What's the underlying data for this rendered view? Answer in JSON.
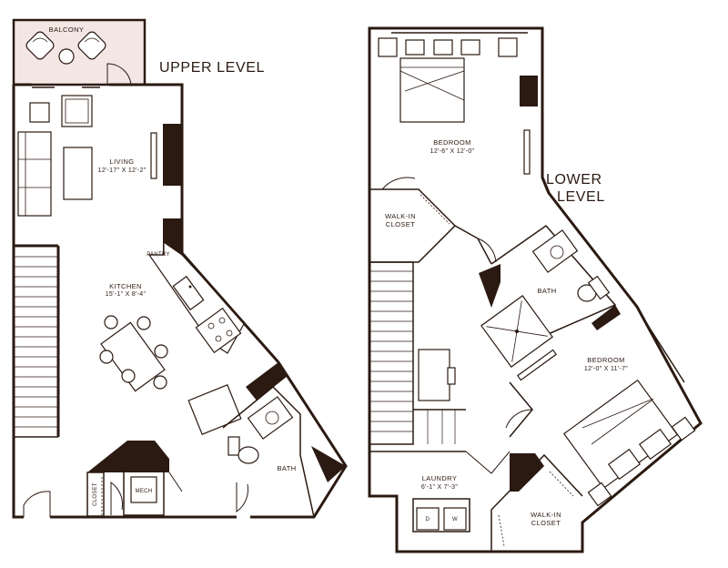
{
  "colors": {
    "wall": "#2b1a12",
    "balcony_fill": "#f3e6e3",
    "background": "#ffffff"
  },
  "upper_level": {
    "title": "UPPER LEVEL",
    "rooms": {
      "balcony": {
        "name": "BALCONY"
      },
      "living": {
        "name": "LIVING",
        "dims": "12'-17\" X 12'-2\""
      },
      "pantry": {
        "name": "PANTRY"
      },
      "kitchen": {
        "name": "KITCHEN",
        "dims": "15'-1\" X 8'-4\""
      },
      "bath": {
        "name": "BATH"
      },
      "mech": {
        "name": "MECH"
      },
      "closet": {
        "name": "CLOSET"
      }
    }
  },
  "lower_level": {
    "title_line1": "LOWER",
    "title_line2": "LEVEL",
    "rooms": {
      "bedroom1": {
        "name": "BEDROOM",
        "dims": "12'-6\" X 12'-0\""
      },
      "walkin1": {
        "name_line1": "WALK-IN",
        "name_line2": "CLOSET"
      },
      "bath": {
        "name": "BATH"
      },
      "bedroom2": {
        "name": "BEDROOM",
        "dims": "12'-0\" X 11'-7\""
      },
      "laundry": {
        "name": "LAUNDRY",
        "dims": "6'-1\" X 7'-3\""
      },
      "washer_dryer": {
        "dryer": "D",
        "washer": "W"
      },
      "walkin2": {
        "name_line1": "WALK-IN",
        "name_line2": "CLOSET"
      }
    }
  }
}
